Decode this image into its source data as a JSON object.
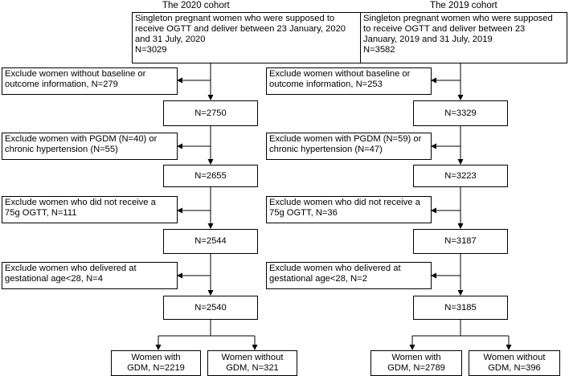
{
  "left": {
    "title": "The 2020 cohort",
    "top_box": [
      "Singleton pregnant women who were supposed to",
      "receive OGTT and deliver between 23 January, 2020",
      "and 31 July, 2020",
      "N=3029"
    ],
    "excl1": [
      "Exclude women without baseline or",
      "outcome information, N=279"
    ],
    "n1": "N=2750",
    "excl2": [
      "Exclude women with PGDM (N=40) or",
      "chronic hypertension (N=55)"
    ],
    "n2": "N=2655",
    "excl3": [
      "Exclude women who did not receive a",
      "75g OGTT, N=111"
    ],
    "n3": "N=2544",
    "excl4": [
      "Exclude women who delivered at",
      "gestational age<28, N=4"
    ],
    "n4": "N=2540",
    "gdm": [
      "Women with",
      "GDM, N=2219"
    ],
    "nogdm": [
      "Women without",
      "GDM, N=321"
    ]
  },
  "right": {
    "title": "The 2019 cohort",
    "top_box": [
      "Singleton pregnant women who were supposed",
      "to receive OGTT and deliver between 23",
      "January, 2019 and 31 July, 2019",
      "N=3582"
    ],
    "excl1": [
      "Exclude women without baseline or",
      "outcome information, N=253"
    ],
    "n1": "N=3329",
    "excl2": [
      "Exclude women with PGDM (N=59) or",
      "chronic hypertension (N=47)"
    ],
    "n2": "N=3223",
    "excl3": [
      "Exclude women who did not receive a",
      "75g OGTT, N=36"
    ],
    "n3": "N=3187",
    "excl4": [
      "Exclude women who delivered at",
      "gestational age<28, N=2"
    ],
    "n4": "N=3185",
    "gdm": [
      "Women with",
      "GDM, N=2789"
    ],
    "nogdm": [
      "Women without",
      "GDM, N=396"
    ]
  }
}
